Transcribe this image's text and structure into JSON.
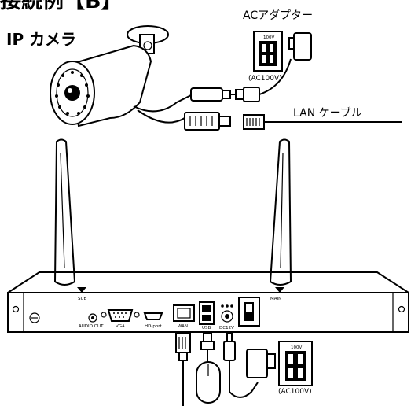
{
  "header": {
    "title": "接続例【B】"
  },
  "labels": {
    "camera": "IP カメラ",
    "ac_adapter": "ACアダプター",
    "lan_cable": "LAN ケーブル",
    "ac100v_top": "(AC100V)",
    "ac100v_bottom": "(AC100V)",
    "outlet_top": "100V",
    "outlet_bottom": "100V"
  },
  "nvr_ports": {
    "sub": "SUB",
    "main": "MAIN",
    "audio_out": "AUDIO OUT",
    "vga": "VGA",
    "hd_port": "HD-port",
    "wan": "WAN",
    "usb": "USB",
    "dc12v": "DC12V"
  },
  "colors": {
    "line": "#000000",
    "background": "#ffffff"
  }
}
